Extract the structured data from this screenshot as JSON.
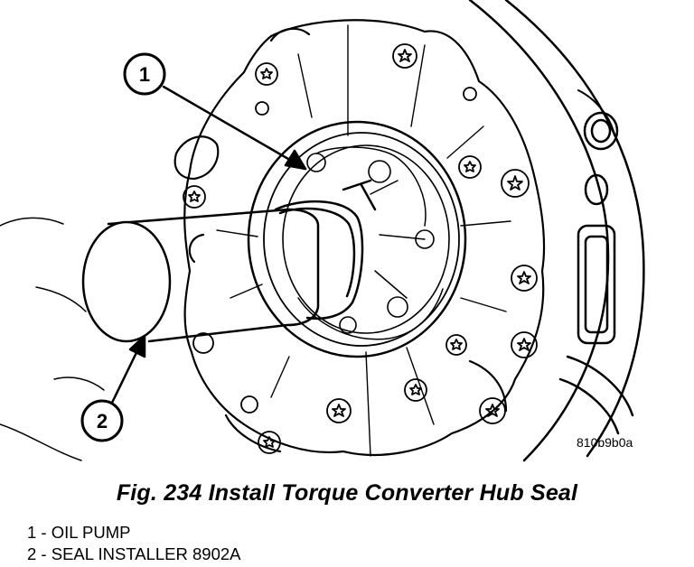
{
  "figure": {
    "caption": "Fig. 234 Install Torque Converter Hub Seal",
    "image_code": "810b9b0a",
    "callouts": [
      {
        "number": "1",
        "target": "oil-pump"
      },
      {
        "number": "2",
        "target": "seal-installer"
      }
    ],
    "legend": [
      "1 - OIL PUMP",
      "2 - SEAL INSTALLER 8902A"
    ]
  }
}
